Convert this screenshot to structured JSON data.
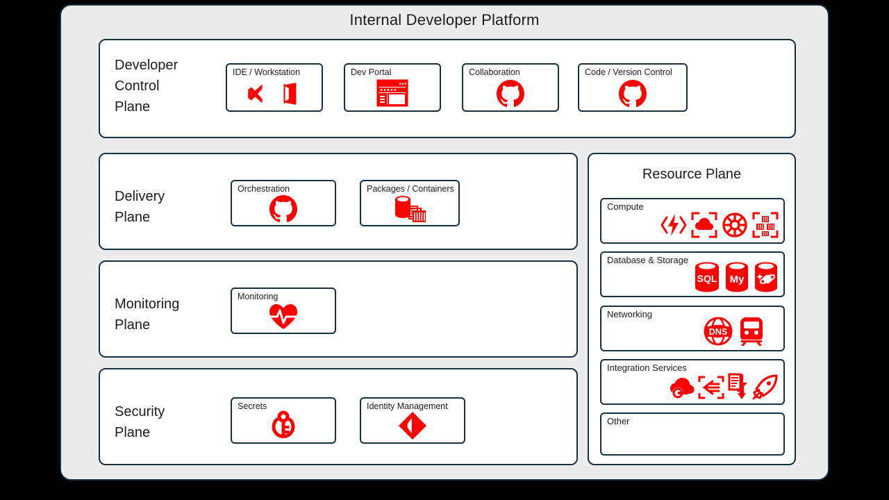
{
  "title": "Internal Developer Platform",
  "colors": {
    "accent": "#ff0000",
    "border": "#16303f",
    "shell_bg": "#ececec",
    "page_bg": "#000000",
    "card_bg": "#ffffff",
    "text": "#1b1b1b"
  },
  "planes": [
    {
      "id": "developer-control-plane",
      "label": "Developer\nControl\nPlane",
      "cards": [
        {
          "label": "IDE / Workstation",
          "icons": [
            "visual-studio-icon",
            "vs-code-icon"
          ]
        },
        {
          "label": "Dev Portal",
          "icons": [
            "browser-portal-icon"
          ]
        },
        {
          "label": "Collaboration",
          "icons": [
            "github-icon"
          ]
        },
        {
          "label": "Code / Version Control",
          "icons": [
            "github-icon"
          ]
        }
      ]
    },
    {
      "id": "delivery-plane",
      "label": "Delivery\nPlane",
      "cards": [
        {
          "label": "Orchestration",
          "icons": [
            "github-icon"
          ]
        },
        {
          "label": "Packages / Containers",
          "icons": [
            "container-registry-icon"
          ]
        }
      ]
    },
    {
      "id": "monitoring-plane",
      "label": "Monitoring\nPlane",
      "cards": [
        {
          "label": "Monitoring",
          "icons": [
            "heart-pulse-icon"
          ]
        }
      ]
    },
    {
      "id": "security-plane",
      "label": "Security\nPlane",
      "cards": [
        {
          "label": "Secrets",
          "icons": [
            "key-vault-icon"
          ]
        },
        {
          "label": "Identity Management",
          "icons": [
            "entra-id-diamond-icon"
          ]
        }
      ]
    }
  ],
  "resource_plane": {
    "title": "Resource Plane",
    "rows": [
      {
        "label": "Compute",
        "icons": [
          "azure-functions-icon",
          "container-apps-icon",
          "kubernetes-helm-icon",
          "container-instances-icon"
        ]
      },
      {
        "label": "Database & Storage",
        "icons": [
          "sql-database-icon",
          "mysql-database-icon",
          "cosmos-db-icon"
        ]
      },
      {
        "label": "Networking",
        "icons": [
          "dns-globe-icon",
          "traffic-train-icon"
        ]
      },
      {
        "label": "Integration Services",
        "icons": [
          "cloud-messaging-icon",
          "api-gateway-icon",
          "logic-apps-queue-icon",
          "rocket-deploy-icon"
        ]
      },
      {
        "label": "Other",
        "icons": []
      }
    ]
  }
}
